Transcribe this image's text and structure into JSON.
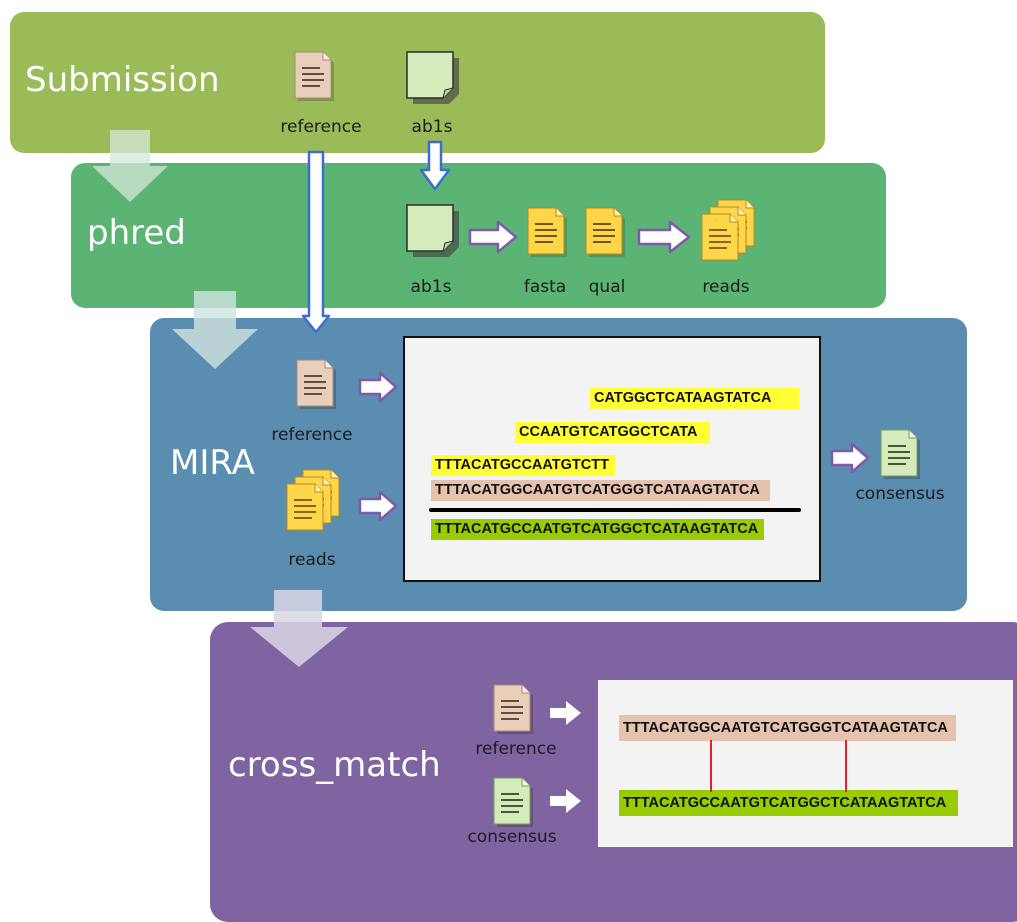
{
  "stages": {
    "submission": "Submission",
    "phred": "phred",
    "mira": "MIRA",
    "cross_match": "cross_match"
  },
  "labels": {
    "sub_reference": "reference",
    "sub_ab1s": "ab1s",
    "phred_ab1s": "ab1s",
    "phred_fasta": "fasta",
    "phred_qual": "qual",
    "phred_reads": "reads",
    "mira_reference": "reference",
    "mira_reads": "reads",
    "mira_consensus": "consensus",
    "cm_reference": "reference",
    "cm_consensus": "consensus"
  },
  "mira_alignment": {
    "read1": "CATGGCTCATAAGTATCA",
    "read2": "CCAATGTCATGGCTCATA",
    "read3": "TTTACATGCCAATGTCTT",
    "reference": "TTTACATGGCAATGTCATGGGTCATAAGTATCA",
    "consensus": "TTTACATGCCAATGTCATGGCTCATAAGTATCA"
  },
  "cross_match_alignment": {
    "reference": "TTTACATGGCAATGTCATGGGTCATAAGTATCA",
    "consensus": "TTTACATGCCAATGTCATGGCTCATAAGTATCA"
  },
  "colors": {
    "submission_bg": "#9bbb59",
    "phred_bg": "#5bb374",
    "mira_bg": "#5a8db0",
    "cross_match_bg": "#8064a2",
    "read_highlight": "#ffff33",
    "reference_highlight": "#e6c3ae",
    "consensus_highlight": "#99cc00",
    "mismatch_line": "#e8202a"
  }
}
